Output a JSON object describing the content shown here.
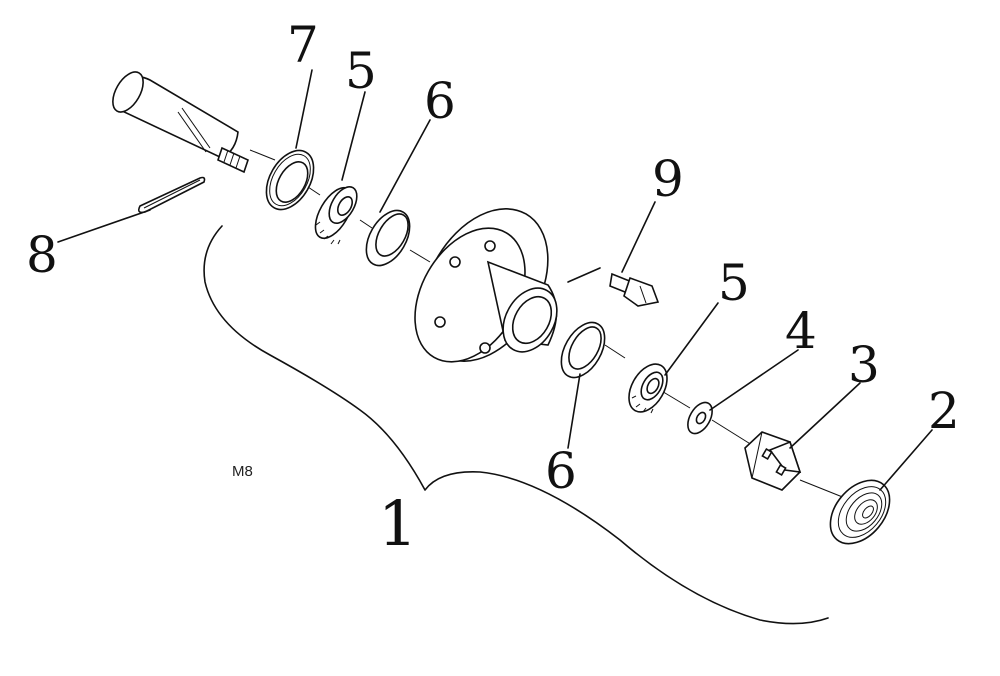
{
  "diagram": {
    "drawing_code": "M8",
    "parts": [
      {
        "number": "1",
        "component": "hub-assembly"
      },
      {
        "number": "2",
        "component": "grease-cap"
      },
      {
        "number": "3",
        "component": "castle-nut"
      },
      {
        "number": "4",
        "component": "washer"
      },
      {
        "number": "5",
        "component": "bearing-cone"
      },
      {
        "number": "5",
        "component": "bearing-cone"
      },
      {
        "number": "6",
        "component": "bearing-cup"
      },
      {
        "number": "6",
        "component": "bearing-cup"
      },
      {
        "number": "7",
        "component": "seal"
      },
      {
        "number": "8",
        "component": "cotter-pin"
      },
      {
        "number": "9",
        "component": "wheel-bolt"
      }
    ]
  }
}
